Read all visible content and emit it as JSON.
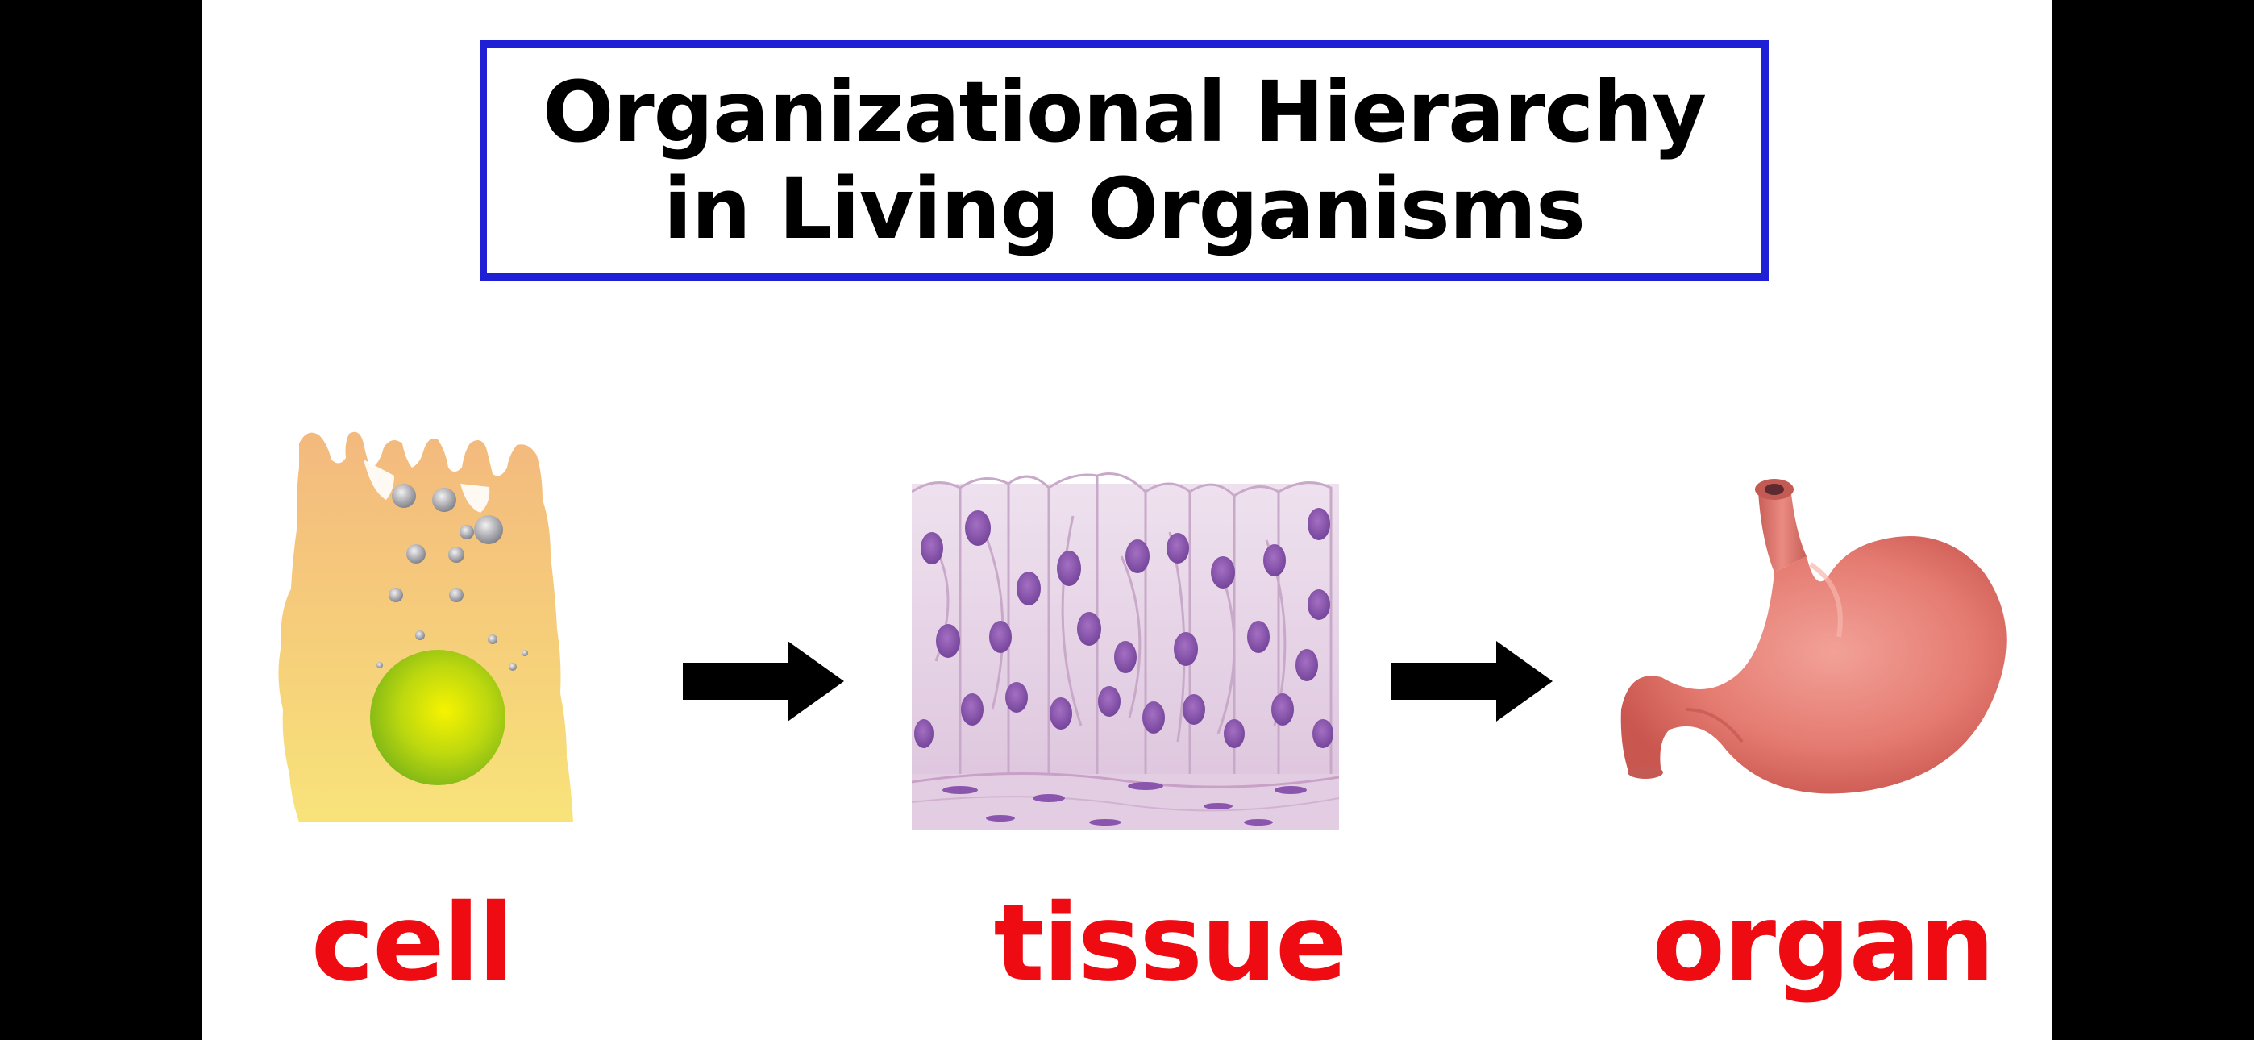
{
  "title": {
    "line1": "Organizational Hierarchy",
    "line2": "in Living Organisms"
  },
  "stages": [
    {
      "label": "cell",
      "icon": "cell-icon"
    },
    {
      "label": "tissue",
      "icon": "tissue-icon"
    },
    {
      "label": "organ",
      "icon": "stomach-icon"
    }
  ],
  "colors": {
    "title_border": "#1f1fd6",
    "label_red": "#ee0b12",
    "arrow": "#000000",
    "background": "#ffffff"
  }
}
